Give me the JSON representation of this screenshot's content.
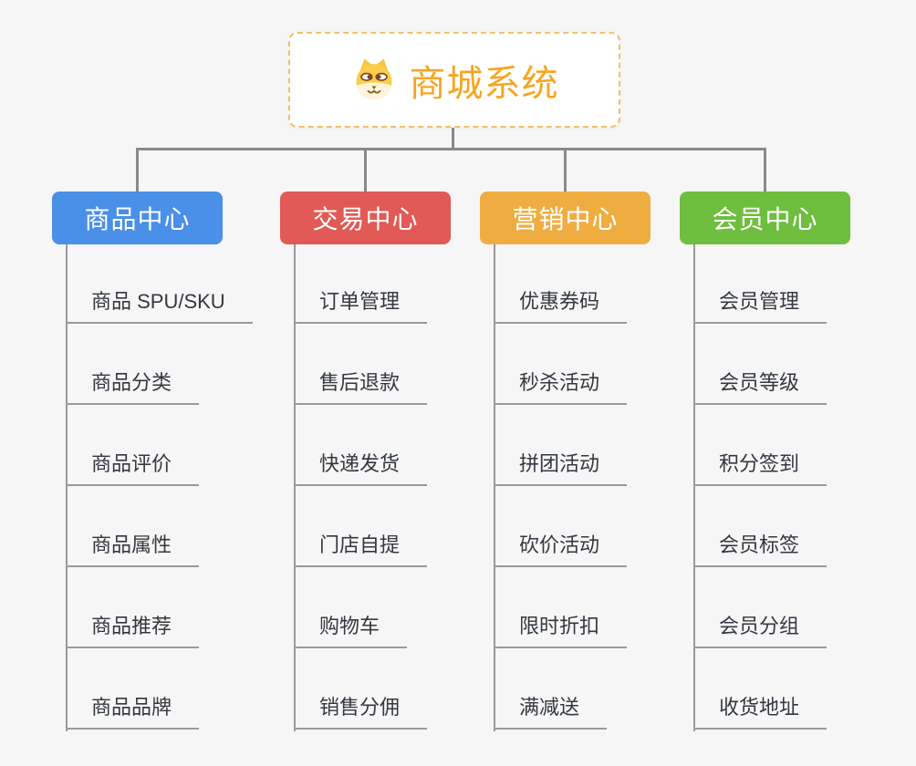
{
  "root": {
    "label": "商城系统",
    "text_color": "#F5A623",
    "border_color": "#F3C06B",
    "icon": "dog-icon"
  },
  "colors": {
    "background": "#F6F6F6",
    "connector": "#8A8A8A",
    "leaf_line": "#9A9A9A",
    "leaf_text": "#333840"
  },
  "branches": [
    {
      "label": "商品中心",
      "color": "#4A8FE8",
      "children": [
        "商品 SPU/SKU",
        "商品分类",
        "商品评价",
        "商品属性",
        "商品推荐",
        "商品品牌"
      ]
    },
    {
      "label": "交易中心",
      "color": "#E25A55",
      "children": [
        "订单管理",
        "售后退款",
        "快递发货",
        "门店自提",
        "购物车",
        "销售分佣"
      ]
    },
    {
      "label": "营销中心",
      "color": "#EFAD41",
      "children": [
        "优惠券码",
        "秒杀活动",
        "拼团活动",
        "砍价活动",
        "限时折扣",
        "满减送"
      ]
    },
    {
      "label": "会员中心",
      "color": "#6FBE3F",
      "children": [
        "会员管理",
        "会员等级",
        "积分签到",
        "会员标签",
        "会员分组",
        "收货地址"
      ]
    }
  ]
}
